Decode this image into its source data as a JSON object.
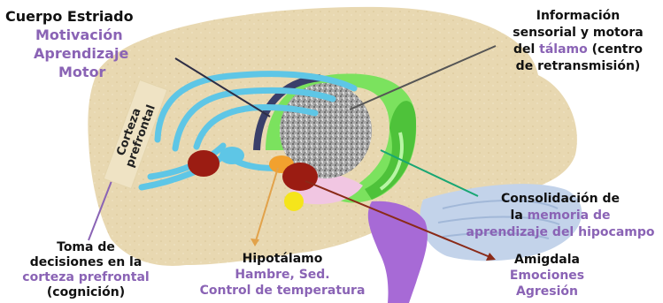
{
  "labels": {
    "striatum": {
      "title": "Cuerpo Estriado",
      "items": [
        "Motivación",
        "Aprendizaje",
        "Motor"
      ]
    },
    "prefrontal_tag": {
      "line1": "Corteza",
      "line2": "prefrontal"
    },
    "thalamus": {
      "line1": "Información",
      "line2": "sensorial y motora",
      "line3_pre": "del ",
      "line3_hl": "tálamo",
      "line3_post": " (centro",
      "line4": "de retransmisión)"
    },
    "hippocampus": {
      "line1": "Consolidación de",
      "line2_pre": "la ",
      "line2_hl": "memoria de",
      "line3": "aprendizaje del hipocampo"
    },
    "amygdala": {
      "title": "Amigdala",
      "items": [
        "Emociones",
        "Agresión"
      ]
    },
    "hypothalamus": {
      "title": "Hipotálamo",
      "items": [
        "Hambre, Sed.",
        "Control de temperatura"
      ]
    },
    "decisions": {
      "line1": "Toma de",
      "line2": "decisiones en la",
      "line3": "corteza prefrontal",
      "line4": "(cognición)"
    }
  },
  "colors": {
    "title_text": "#111111",
    "highlight_text": "#8a63b5",
    "brain_tissue": "#e7d6ae",
    "striatum_blue": "#5ec6e6",
    "thalamus_gray": "#9c9c9c",
    "hippocampus_green": "#6ed85a",
    "amygdala_red": "#9b1c12",
    "hypothalamus_orange": "#f2a12e",
    "pituitary_yellow": "#f5e51b",
    "brainstem_purple": "#a76ad6",
    "cerebellum_blue": "#b9cde8"
  }
}
